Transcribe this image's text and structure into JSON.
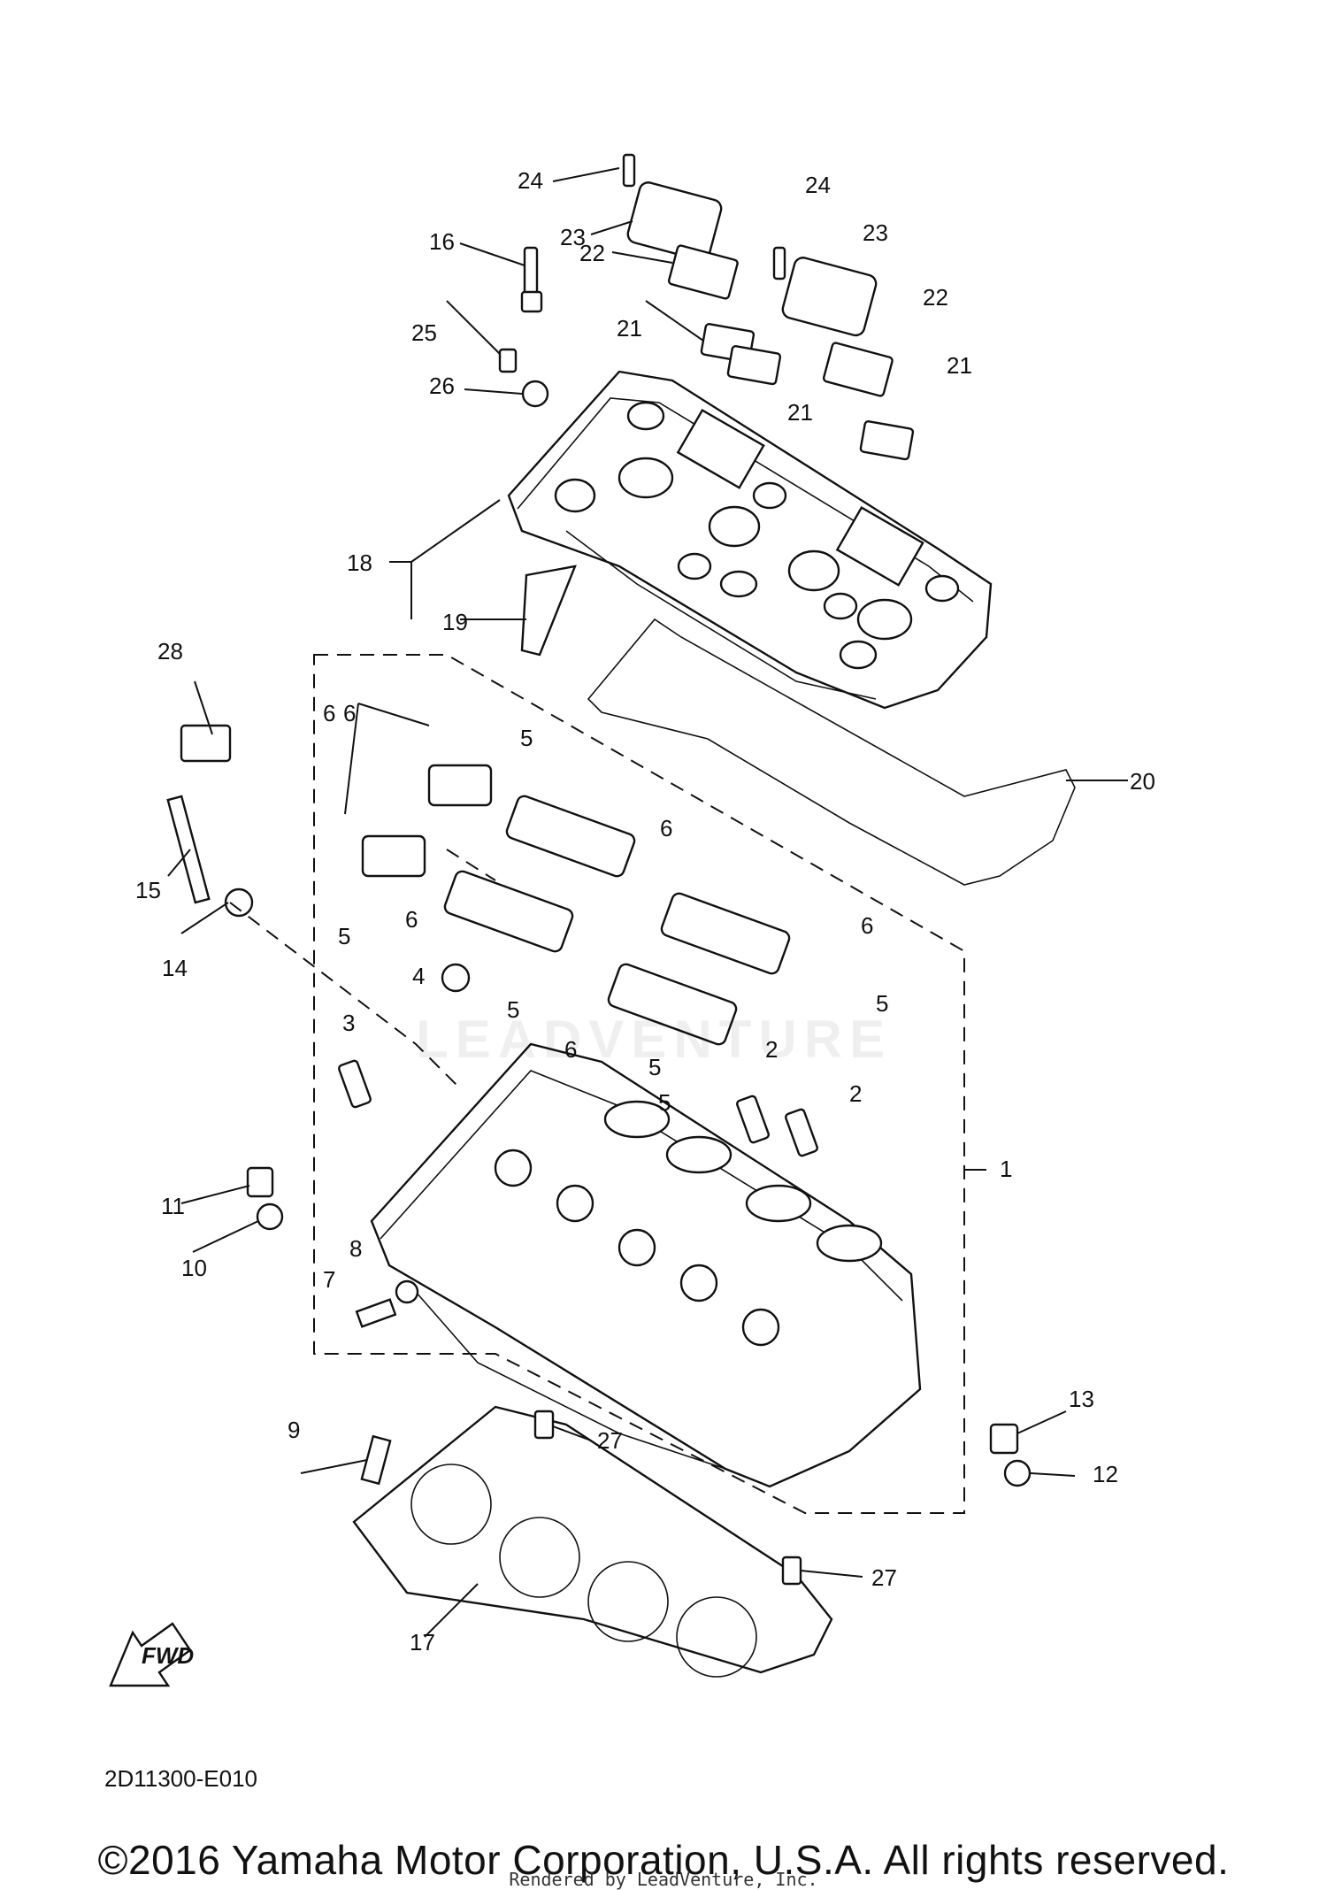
{
  "diagram": {
    "reference_code": "2D11300-E010",
    "fwd_label": "FWD",
    "watermark": "LEADVENTURE",
    "copyright": "©2016 Yamaha Motor Corporation, U.S.A. All rights reserved.",
    "rendered_by": "Rendered by LeadVenture, Inc.",
    "callouts": [
      "1",
      "2",
      "2",
      "3",
      "4",
      "5",
      "5",
      "5",
      "5",
      "5",
      "5",
      "6",
      "6",
      "6",
      "6",
      "6",
      "6",
      "7",
      "8",
      "9",
      "10",
      "11",
      "12",
      "13",
      "14",
      "15",
      "16",
      "17",
      "18",
      "19",
      "20",
      "21",
      "21",
      "21",
      "22",
      "22",
      "23",
      "23",
      "24",
      "24",
      "25",
      "26",
      "27",
      "27",
      "28"
    ]
  }
}
